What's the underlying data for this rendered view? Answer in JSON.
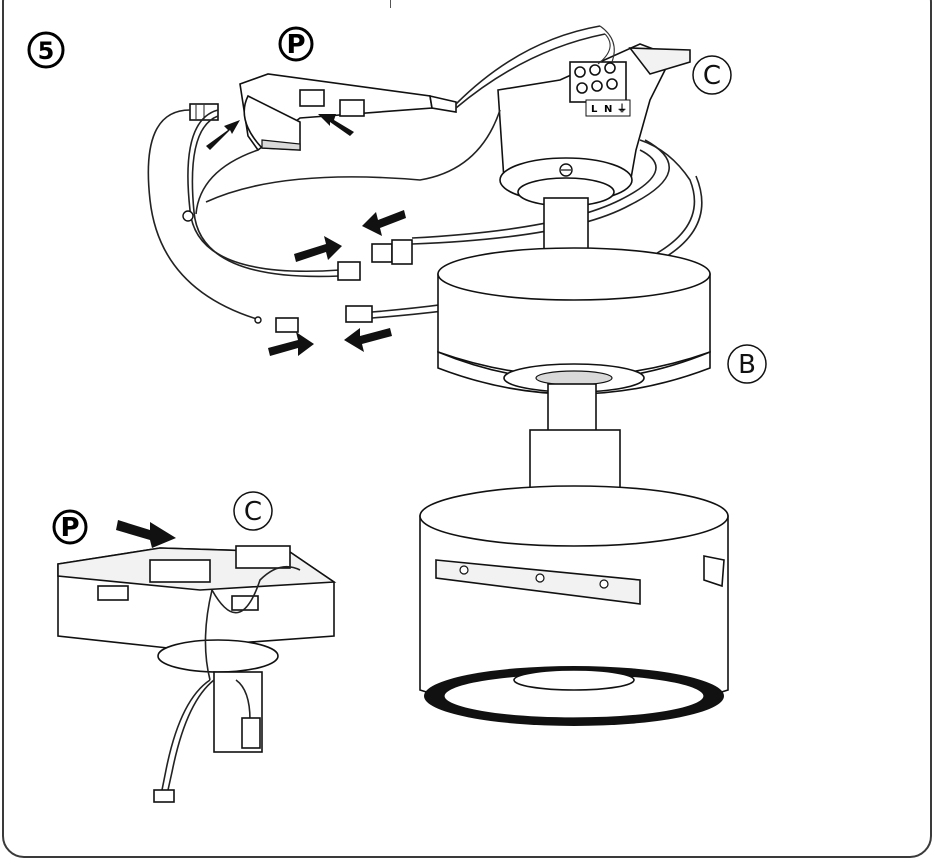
{
  "step": {
    "number": "5"
  },
  "labels": {
    "p_top": "P",
    "c_top": "C",
    "b_mid": "B",
    "p_bottom": "P",
    "c_bottom": "C"
  },
  "terminal": {
    "l": "L",
    "n": "N",
    "earth": "⏚"
  },
  "colors": {
    "outline": "#111111",
    "frame": "#3a3a3a",
    "fill": "#ffffff"
  }
}
